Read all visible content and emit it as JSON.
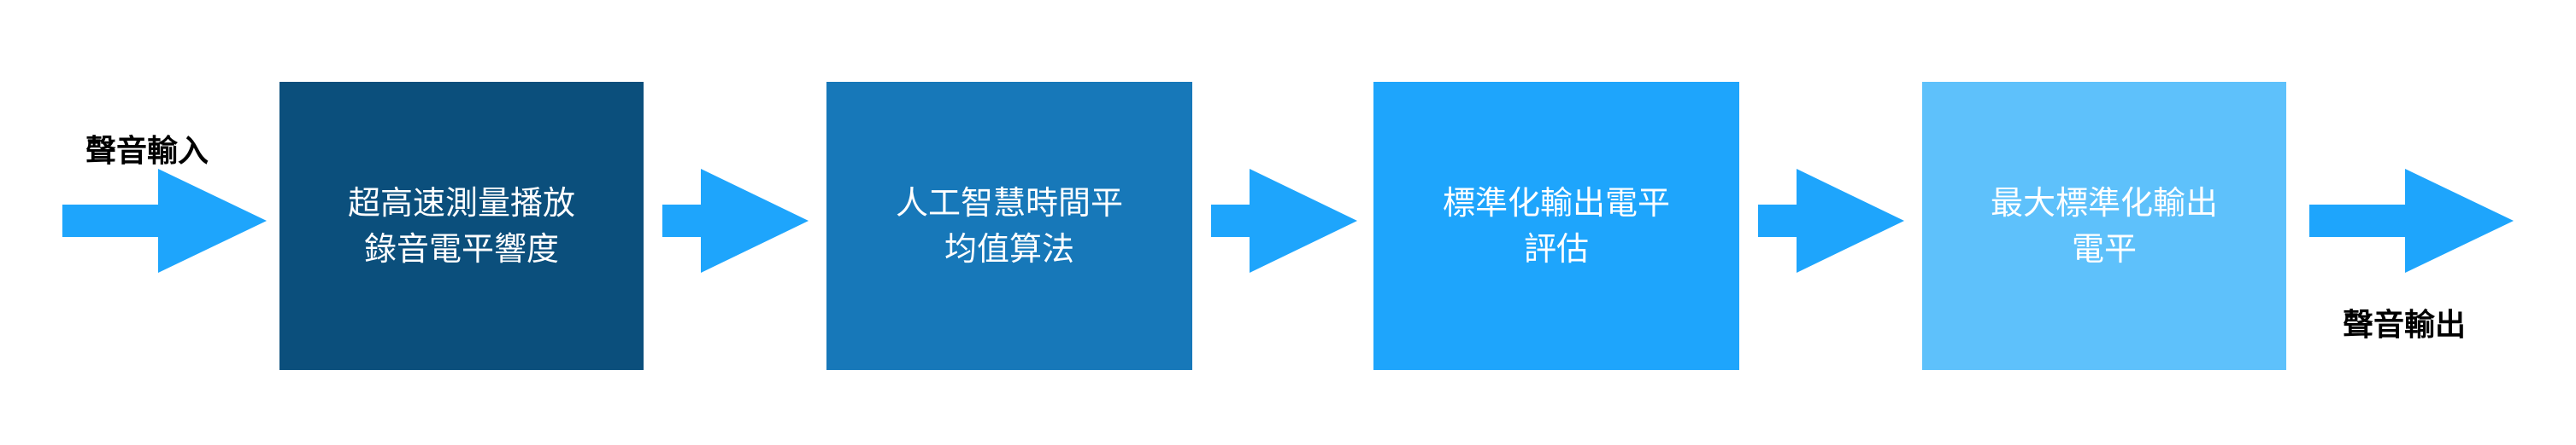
{
  "input_label": "聲音輸入",
  "output_label": "聲音輸出",
  "steps": [
    {
      "line1": "超高速測量播放",
      "line2": "錄音電平響度",
      "color": "#0b4f7c"
    },
    {
      "line1": "人工智慧時間平",
      "line2": "均值算法",
      "color": "#1778b9"
    },
    {
      "line1": "標準化輸出電平",
      "line2": "評估",
      "color": "#1ea5fc"
    },
    {
      "line1": "最大標準化輸出",
      "line2": "電平",
      "color": "#5ec1fb"
    }
  ],
  "arrow_color": "#1ea5fc"
}
